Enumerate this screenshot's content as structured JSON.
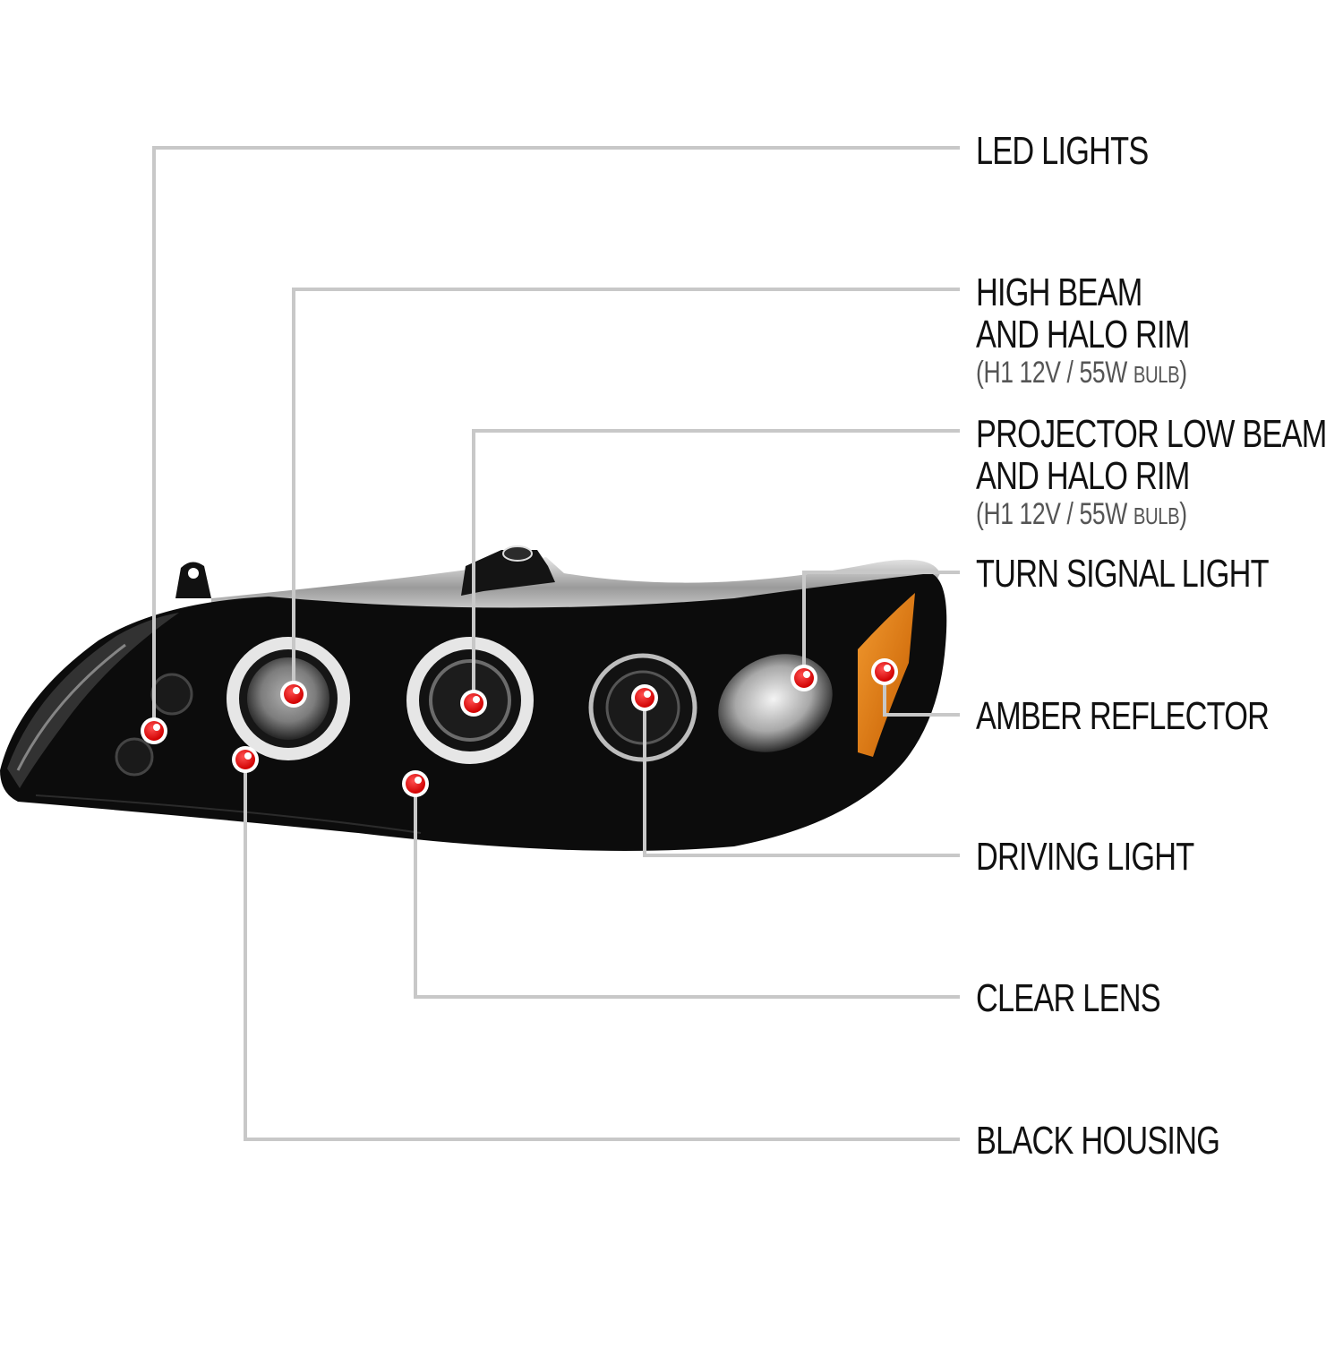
{
  "diagram": {
    "subject": "Projector headlight with halo rims, black housing",
    "line_color": "#c8c8c8",
    "dot_color": "#e00000",
    "housing_color": "#0c0c0c",
    "amber_color": "#e07a10"
  },
  "callouts": [
    {
      "id": "led-lights",
      "title": "LED LIGHTS",
      "title2": "",
      "spec": ""
    },
    {
      "id": "high-beam",
      "title": "HIGH BEAM",
      "title2": "AND HALO RIM",
      "spec_open": "(",
      "spec": "H1  12V / 55W",
      "spec_unit": "BULB",
      "spec_close": ")"
    },
    {
      "id": "projector-low-beam",
      "title": "PROJECTOR LOW BEAM",
      "title2": "AND HALO RIM",
      "spec_open": "(",
      "spec": "H1  12V / 55W",
      "spec_unit": "BULB",
      "spec_close": ")"
    },
    {
      "id": "turn-signal",
      "title": "TURN SIGNAL LIGHT",
      "title2": "",
      "spec": ""
    },
    {
      "id": "amber-reflector",
      "title": "AMBER REFLECTOR",
      "title2": "",
      "spec": ""
    },
    {
      "id": "driving-light",
      "title": "DRIVING LIGHT",
      "title2": "",
      "spec": ""
    },
    {
      "id": "clear-lens",
      "title": "CLEAR LENS",
      "title2": "",
      "spec": ""
    },
    {
      "id": "black-housing",
      "title": "BLACK HOUSING",
      "title2": "",
      "spec": ""
    }
  ]
}
